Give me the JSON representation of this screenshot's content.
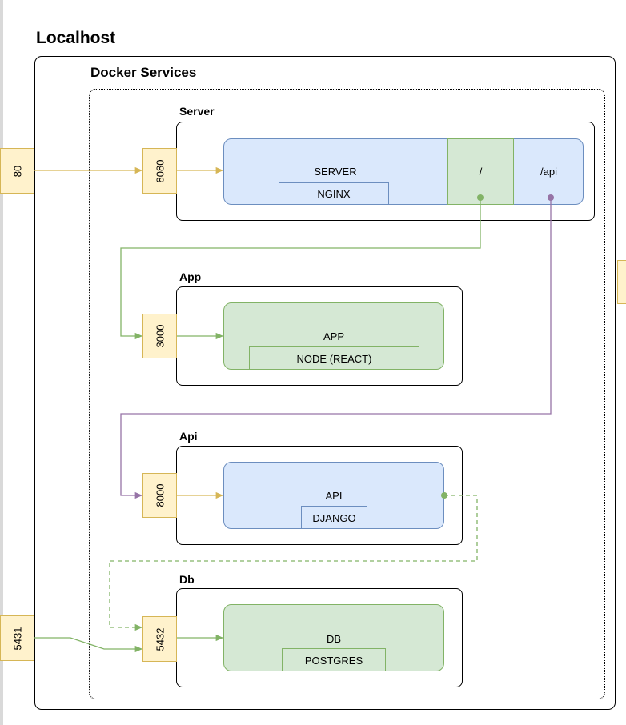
{
  "title": "Localhost",
  "docker_label": "Docker Services",
  "groups": {
    "server": "Server",
    "app": "App",
    "api": "Api",
    "db": "Db"
  },
  "ports": {
    "host_http": "80",
    "server": "8080",
    "app": "3000",
    "api": "8000",
    "db": "5432",
    "host_db": "5431"
  },
  "nodes": {
    "server": {
      "label": "SERVER",
      "tech": "NGINX",
      "route_root": "/",
      "route_api": "/api"
    },
    "app": {
      "label": "APP",
      "tech": "NODE (REACT)"
    },
    "api": {
      "label": "API",
      "tech": "DJANGO"
    },
    "db": {
      "label": "DB",
      "tech": "POSTGRES"
    }
  },
  "colors": {
    "blue_fill": "#dae8fc",
    "blue_stroke": "#6c8ebf",
    "green_fill": "#d5e8d4",
    "green_stroke": "#82b366",
    "port_fill": "#fff2cc",
    "port_stroke": "#d6b656",
    "route_api_line": "#9673a6"
  }
}
